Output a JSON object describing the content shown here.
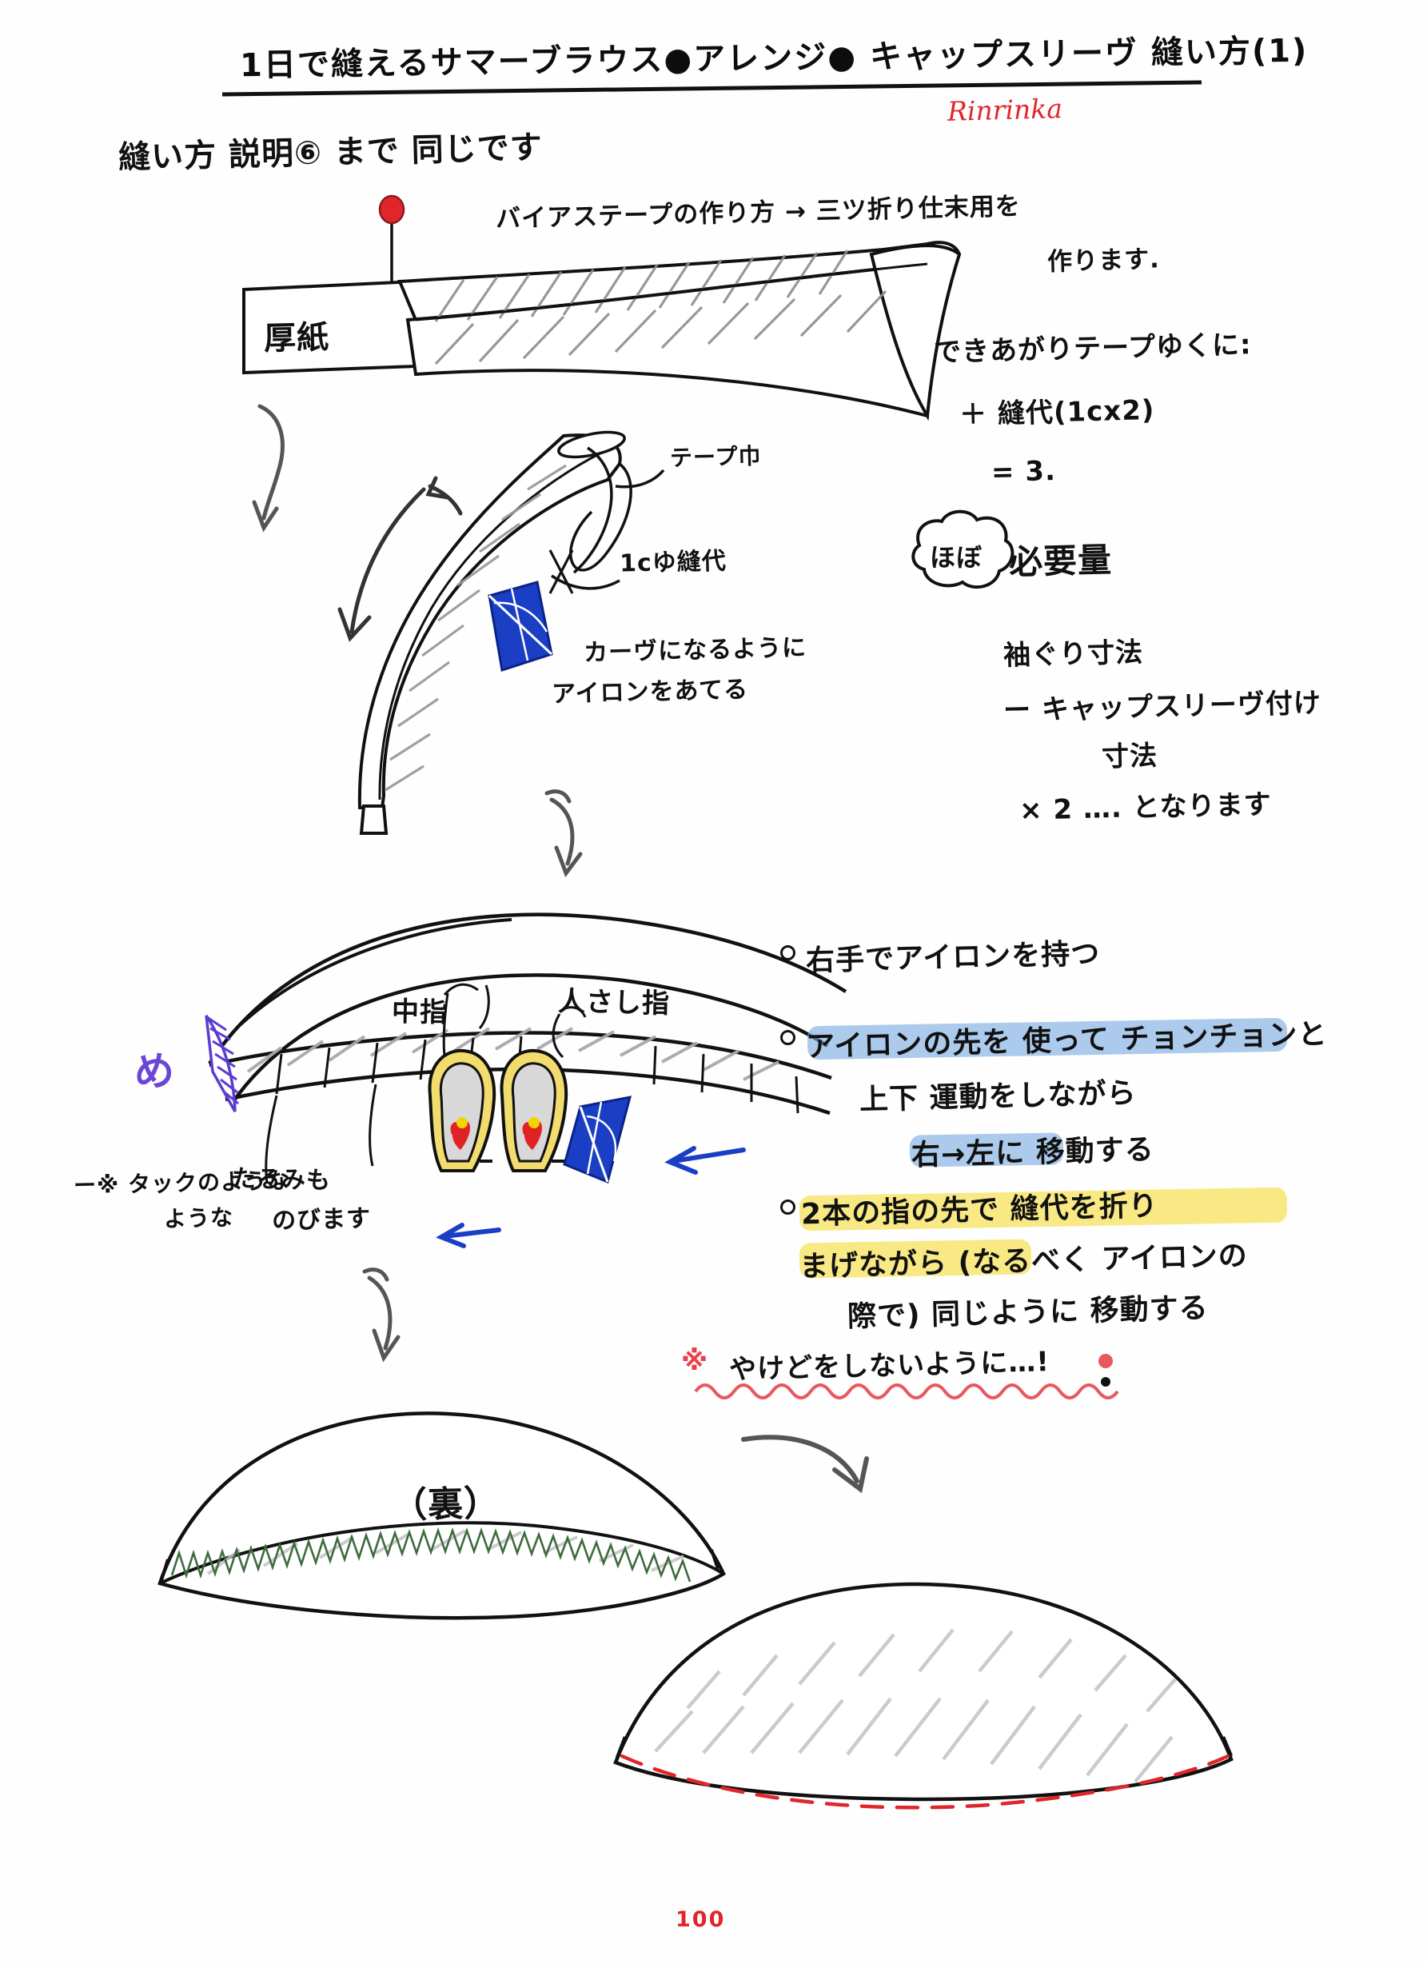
{
  "page": {
    "title": "1日で縫えるサマーブラウス●アレンジ● キャップスリーヴ 縫い方(1)",
    "signature": "Rinrinka",
    "page_number": "100",
    "intro_note": "縫い方 説明⑥ まで 同じです"
  },
  "section_tape": {
    "heading_line1": "バイアステープの作り方 → 三ツ折り仕末用を",
    "heading_line2": "作ります.",
    "cardboard_label": "厚紙",
    "tape_width_label": "テープ巾",
    "seam_allowance_label": "1cゆ縫代",
    "iron_instruction_line1": "カーヴになるように",
    "iron_instruction_line2": "アイロンをあてる"
  },
  "calc": {
    "line1": "できあがりテープゆくに:",
    "line2": "＋ 縫代(1cx2)",
    "line3": "= 3."
  },
  "quantity": {
    "bubble_label": "ほぼ",
    "heading": "必要量",
    "line1": "袖ぐり寸法",
    "line2": "ー キャップスリーヴ付け",
    "line3": "寸法",
    "line4": "× 2 …. となります"
  },
  "finger_diagram": {
    "middle_finger_label": "中指",
    "index_finger_label": "人さし指",
    "scissors_mark": "め",
    "note_line1": "ー※ タックのような",
    "note_line2": "ような",
    "note_line3": "たるみも",
    "note_line4": "のびます"
  },
  "steps": [
    {
      "bullet": "○",
      "lines": [
        "右手でアイロンを持つ"
      ],
      "highlight": "none"
    },
    {
      "bullet": "○",
      "lines": [
        "アイロンの先を 使って チョンチョンと",
        "上下 運動をしながら",
        "右→左に 移動する"
      ],
      "highlight": "blue"
    },
    {
      "bullet": "○",
      "lines": [
        "2本の指の先で 縫代を折り",
        "まげながら (なるべく アイロンの",
        "際で) 同じように 移動する"
      ],
      "highlight": "yellow"
    }
  ],
  "warning": {
    "mark": "※",
    "text": "やけどをしないように…!",
    "color": "#e8404a"
  },
  "final_diagram": {
    "wrong_side_label": "（裏）"
  },
  "colors": {
    "ink": "#111111",
    "red": "#e0262b",
    "blue_iron": "#1b3fc4",
    "purple": "#6b46d6",
    "yellow_finger": "#f0d33c",
    "highlight_blue": "#78aae0",
    "highlight_yellow": "#f7e155",
    "pencil_gray": "#9a9a9a",
    "green_stitch": "#3c6b3c"
  }
}
